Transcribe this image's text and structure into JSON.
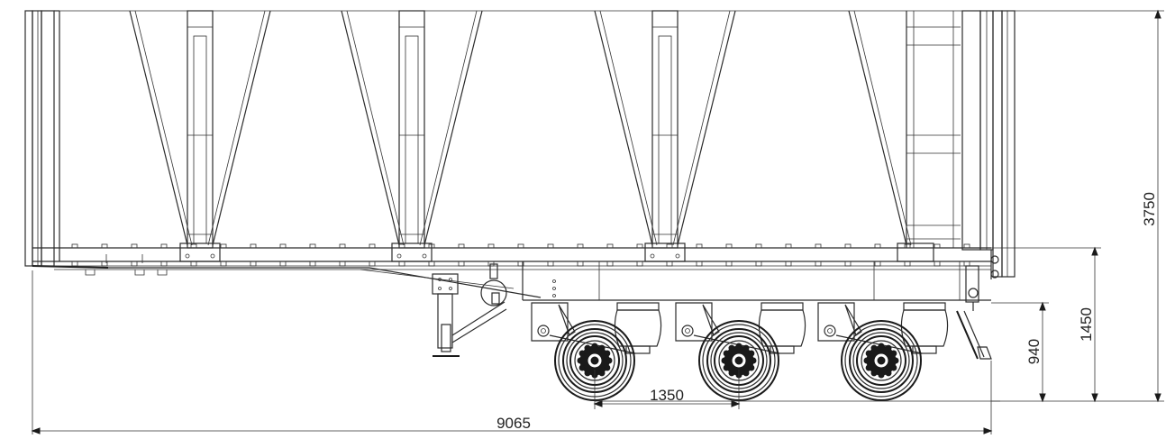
{
  "drawing": {
    "dimensions": {
      "overall_height": "3750",
      "deck_height": "1450",
      "axle_height": "940",
      "axle_spacing": "1350",
      "overall_length": "9065"
    }
  }
}
